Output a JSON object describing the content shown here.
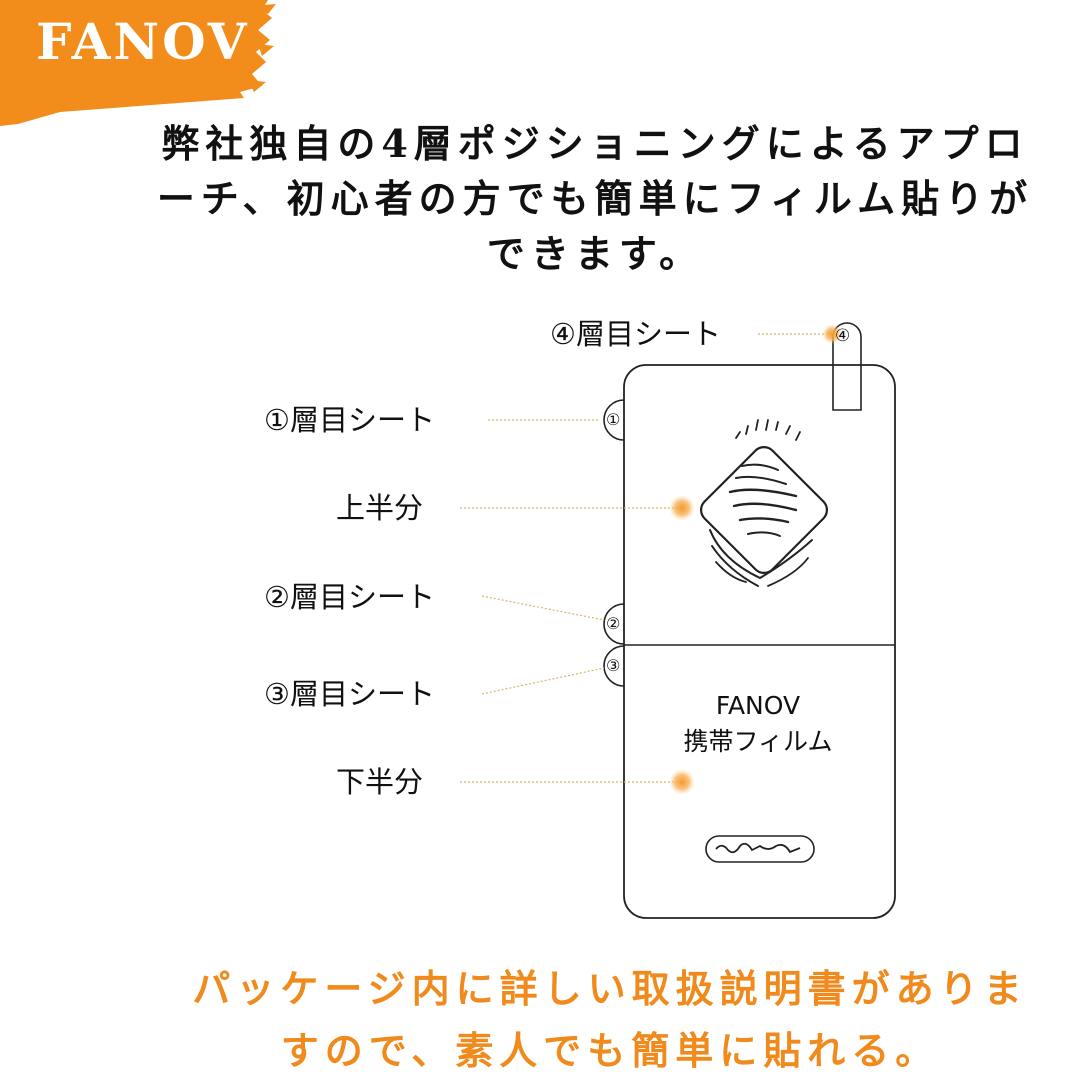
{
  "brand": {
    "name": "FANOV",
    "banner_color": "#f28c1b"
  },
  "headline": {
    "line1": "弊社独自の4層ポジショニングによるアプロ",
    "line2": "ーチ、初心者の方でも簡単にフィルム貼りが",
    "line3": "できます。"
  },
  "diagram": {
    "labels": {
      "sheet1": "①層目シート",
      "upper": "上半分",
      "sheet2": "②層目シート",
      "sheet3": "③層目シート",
      "lower": "下半分",
      "sheet4": "④層目シート"
    },
    "tab_numbers": {
      "tab1": "①",
      "tab2": "②",
      "tab3": "③",
      "tab4": "④"
    },
    "film_brand": "FANOV",
    "film_name": "携帯フィルム",
    "accent_color": "#f5a94a"
  },
  "footer": {
    "line1": "パッケージ内に詳しい取扱説明書がありま",
    "line2": "すので、素人でも簡単に貼れる。",
    "color": "#f08a1c"
  }
}
